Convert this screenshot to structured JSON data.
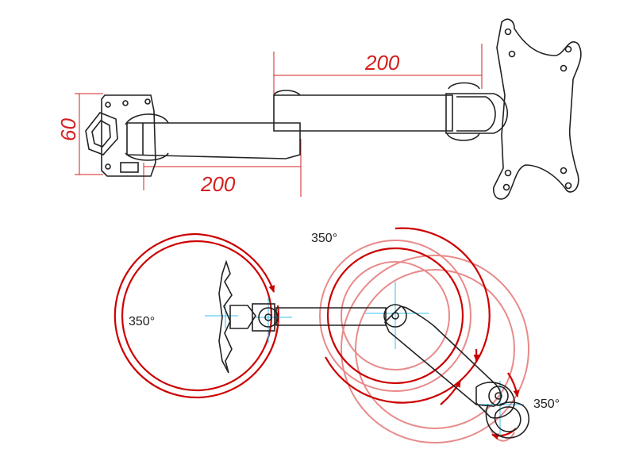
{
  "side_view": {
    "dimensions": [
      {
        "value": "200"
      },
      {
        "value": "200"
      },
      {
        "value": "60"
      }
    ]
  },
  "top_view": {
    "rotations": [
      {
        "value": "350°"
      },
      {
        "value": "350°"
      },
      {
        "value": "350°"
      }
    ]
  },
  "colors": {
    "dimension": "#d42020",
    "rotation_strong": "#cc0000",
    "rotation_faded": "#e88a8a",
    "drawing": "#222222",
    "centerline": "#35c0ee"
  }
}
